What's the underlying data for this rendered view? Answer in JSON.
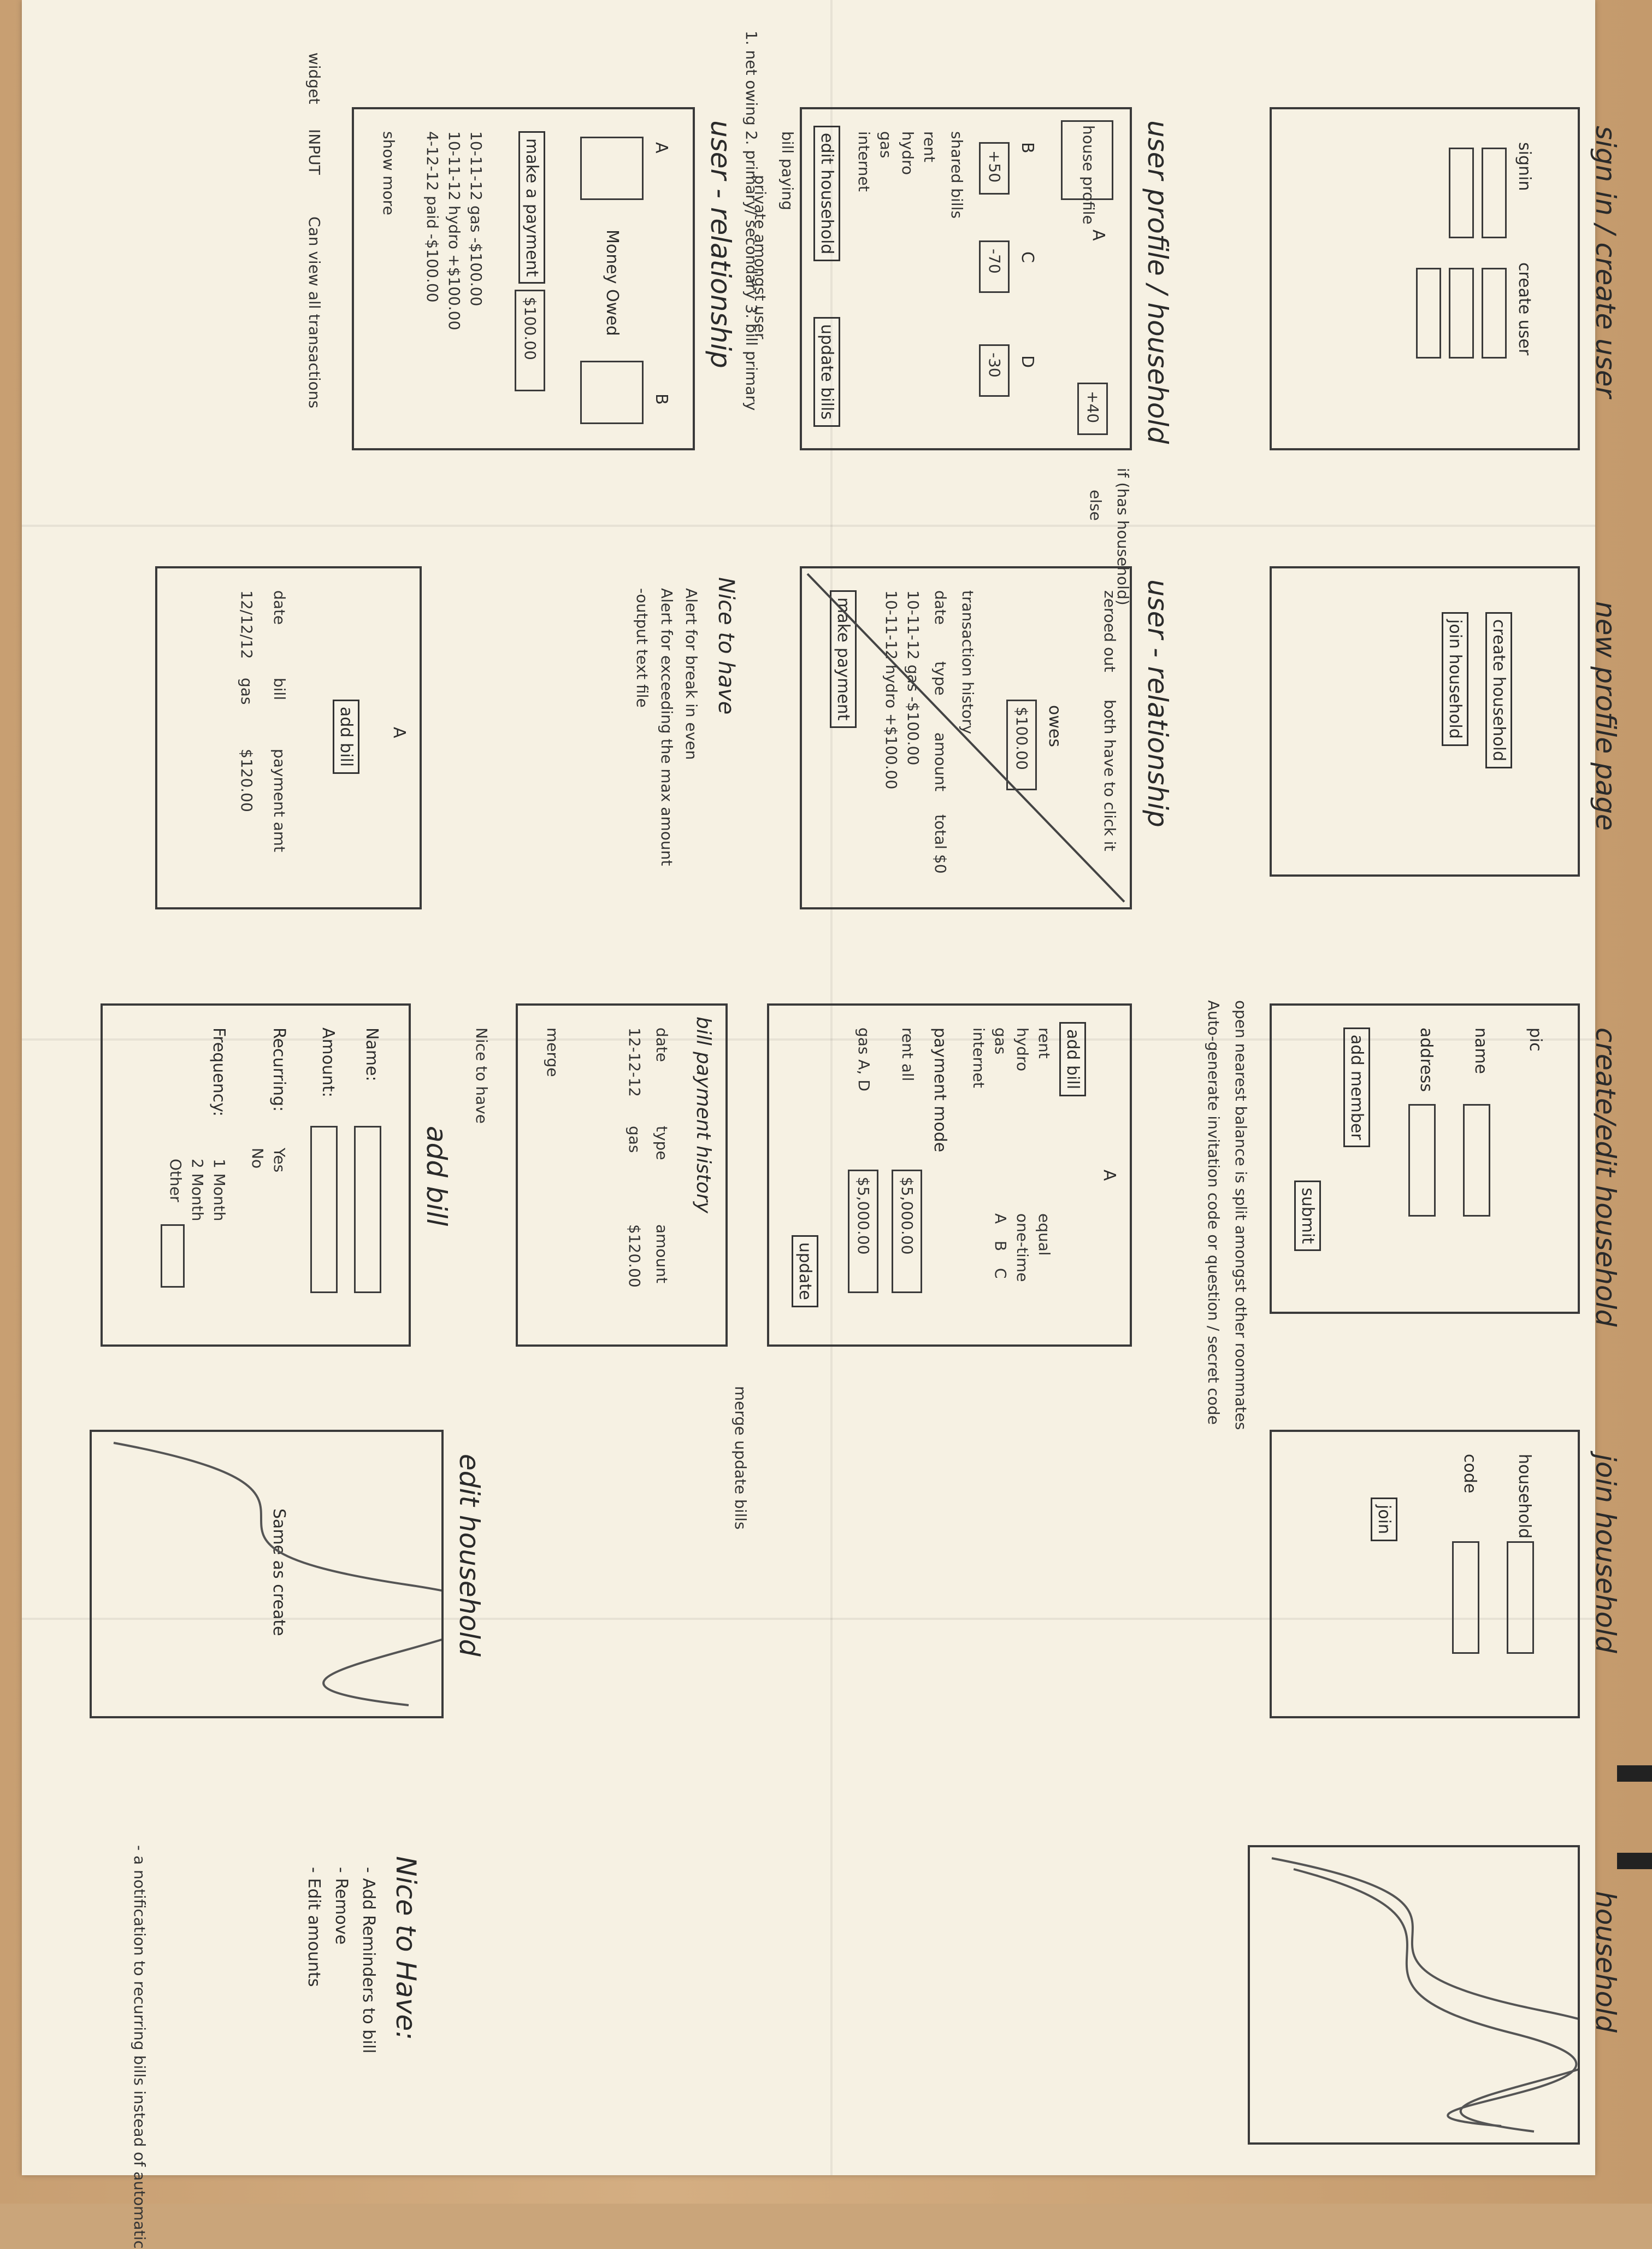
{
  "photo": {
    "subject": "hand-drawn paper wireframe sketches of a bill-splitting app",
    "paper_color": "#f5f0e2",
    "table_color": "#caa57a"
  },
  "screens": {
    "signin": {
      "title": "sign in / create user",
      "signin_label": "signin",
      "create_label": "create user"
    },
    "new_profile": {
      "title": "new profile page",
      "create_household": "create household",
      "join_household": "join household"
    },
    "create_household": {
      "title": "create/edit household",
      "address_label": "address",
      "name_label": "name",
      "pic_label": "pic",
      "add_member": "add member",
      "submit": "submit",
      "note_overflow": "open nearest balance is split amongst other roommates",
      "note_code": "Auto-generate invitation code or question / secret code"
    },
    "join_household": {
      "title": "join household",
      "household_label": "household",
      "code_label": "code",
      "join_button": "join"
    },
    "household": {
      "title": "household"
    },
    "user_profile": {
      "title": "user profile / household",
      "house_profile": "house profile",
      "col_a": "A",
      "col_b": "B",
      "col_c": "C",
      "col_d": "D",
      "amounts": [
        "+50",
        "-70",
        "-30",
        "+40"
      ],
      "bills_rows": [
        "rent",
        "hydro",
        "gas",
        "internet"
      ],
      "shared_bills": "shared bills",
      "edit_household": "edit household",
      "bill_paying": "bill paying",
      "update_bills": "update bills",
      "private_note": "private amongst user",
      "flag_note": "1. net owing  2. primary/ secondary  3. bill primary",
      "merge_note": "merge update bills",
      "if_has_household": "if (has household)",
      "else_note": "else"
    },
    "relationship": {
      "title": "user - relationship",
      "money_owed": "Money Owed",
      "a": "A",
      "b": "B",
      "make_payment": "make a payment",
      "amount_value": "$100.00",
      "history_rows": [
        "10-11-12 gas -$100.00",
        "10-11-12 hydro +$100.00",
        "4-12-12 paid -$100.00"
      ],
      "widget": "widget",
      "input": "INPUT",
      "can_view": "Can view all transactions",
      "show_more": "show more"
    },
    "relationship_detail": {
      "title": "user - relationship",
      "zeroed_out": "zeroed out",
      "both_click": "both have to click it",
      "owes": "owes",
      "amount": "$100.00",
      "transact_history": "transaction history",
      "history_cols": [
        "date",
        "type",
        "amount",
        "total $0"
      ],
      "rows": [
        "10-11-12 gas -$100.00",
        "10-11-12 hydro +$100.00"
      ],
      "make_payment": "make payment"
    },
    "nice_to_have_1": {
      "title": "Nice to have",
      "items": [
        "Alert for break in even",
        "Alert for exceeding the max amount",
        "-output text file"
      ]
    },
    "payment_mode": {
      "a": "A",
      "bills": [
        "rent",
        "hydro",
        "gas",
        "internet"
      ],
      "payers": [
        "A",
        "B",
        "C"
      ],
      "payment_mode": "payment mode",
      "equal": "equal",
      "one_time": "one-time",
      "rent_all": "rent all",
      "gas_a_d": "gas A, D",
      "amount1": "$5,000.00",
      "amount2": "$5,000.00",
      "add_bill": "add bill",
      "update": "update"
    },
    "bill_payment_history": {
      "title": "bill payment history",
      "cols": [
        "date",
        "type",
        "amount"
      ],
      "row_date": "12-12-12",
      "row_type": "gas",
      "row_amount": "$120.00",
      "merge_note": "merge"
    },
    "bill_list": {
      "a": "A",
      "add_bill": "add bill",
      "cols": [
        "date",
        "bill",
        "payment amt"
      ],
      "row": [
        "12/12/12",
        "gas",
        "$120.00"
      ]
    },
    "add_bill": {
      "title": "add bill",
      "name_label": "Name:",
      "amount_label": "Amount:",
      "recurring_label": "Recurring:",
      "yes": "Yes",
      "no": "No",
      "frequency_label": "Frequency:",
      "f1": "1 Month",
      "f2": "2 Month",
      "other": "Other",
      "nice_note": "Nice to have"
    },
    "edit_household": {
      "title": "edit household",
      "note": "Same as create"
    },
    "nice_to_have_2": {
      "title": "Nice to Have:",
      "items": [
        "- Add Reminders to bill",
        "- Remove",
        "- Edit amounts"
      ]
    },
    "footnote": "- a notification to recurring bills instead of automatic"
  }
}
